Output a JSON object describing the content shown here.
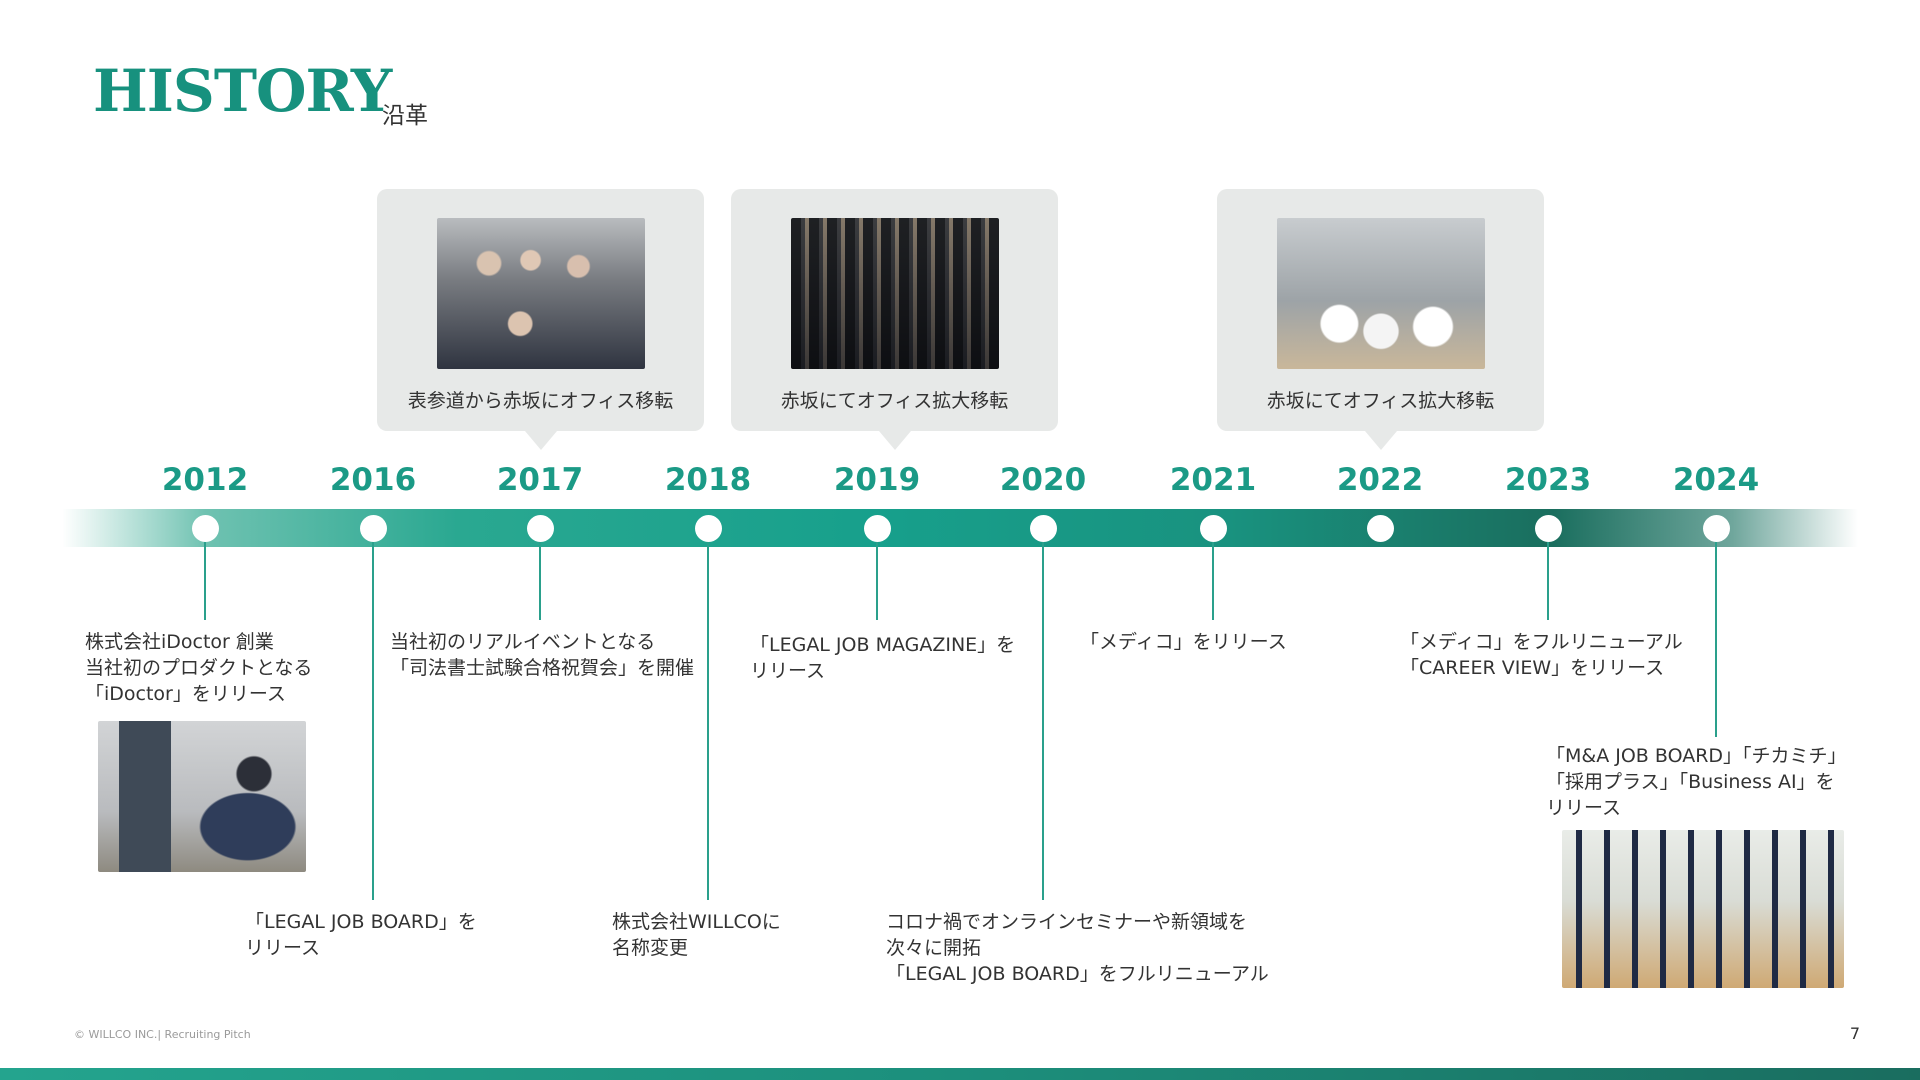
{
  "header": {
    "title_en": "HISTORY",
    "title_ja": "沿革"
  },
  "years": [
    "2012",
    "2016",
    "2017",
    "2018",
    "2019",
    "2020",
    "2021",
    "2022",
    "2023",
    "2024"
  ],
  "bubbles": {
    "y2017": {
      "caption": "表参道から赤坂にオフィス移転",
      "photo": "team-photo-office"
    },
    "y2019": {
      "caption": "赤坂にてオフィス拡大移転",
      "photo": "team-group-photo"
    },
    "y2022": {
      "caption": "赤坂にてオフィス拡大移転",
      "photo": "office-entrance-photo"
    }
  },
  "events": {
    "e2012": [
      "株式会社iDoctor 創業",
      "当社初のプロダクトとなる",
      "「iDoctor」をリリース"
    ],
    "e2016": [
      "「LEGAL JOB BOARD」を",
      "リリース"
    ],
    "e2017": [
      "当社初のリアルイベントとなる",
      "「司法書士試験合格祝賀会」を開催"
    ],
    "e2018": [
      "株式会社WILLCOに",
      "名称変更"
    ],
    "e2019": [
      "「LEGAL JOB MAGAZINE」を",
      "リリース"
    ],
    "e2020": [
      "コロナ禍でオンラインセミナーや新領域を",
      "次々に開拓",
      "「LEGAL JOB BOARD」をフルリニューアル"
    ],
    "e2021": [
      "「メディコ」をリリース"
    ],
    "e2023": [
      "「メディコ」をフルリニューアル",
      "「CAREER VIEW」をリリース"
    ],
    "e2024": [
      "「M&A JOB BOARD」「チカミチ」",
      "「採用プラス」「Business AI」を",
      "リリース"
    ]
  },
  "footer": {
    "copyright": "© WILLCO INC.|   Recruiting Pitch",
    "page_number": "7"
  },
  "colors": {
    "accent": "#17917e",
    "timeline": "#17a08c",
    "bubble_bg": "#e7e9e8"
  }
}
